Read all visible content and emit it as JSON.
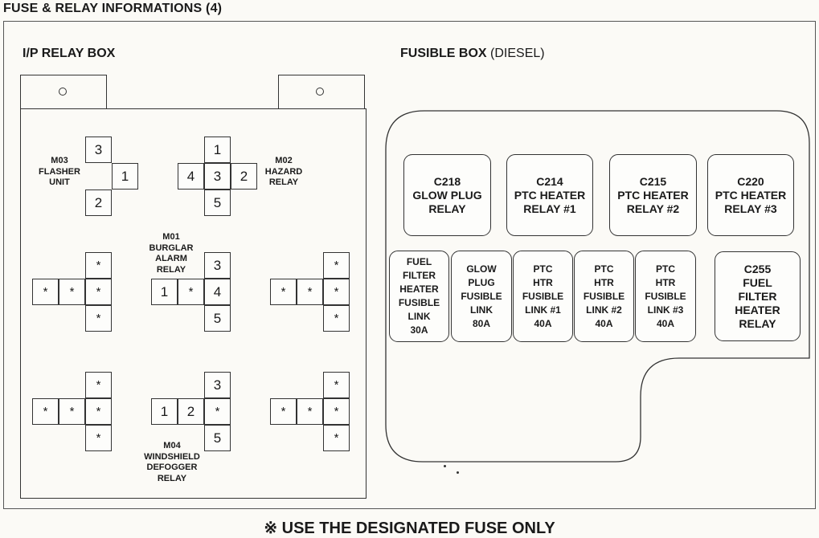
{
  "title": "FUSE & RELAY INFORMATIONS (4)",
  "ip_relay_box": {
    "heading": "I/P RELAY BOX",
    "relays": [
      {
        "id": "m03",
        "label": "M03\nFLASHER\nUNIT",
        "pins": [
          "3",
          "1",
          "2"
        ]
      },
      {
        "id": "m02",
        "label": "M02\nHAZARD\nRELAY",
        "pins": [
          "1",
          "4",
          "3",
          "2",
          "5"
        ]
      },
      {
        "id": "m01",
        "label": "M01\nBURGLAR\nALARM\nRELAY",
        "pins": [
          "3",
          "1",
          "*",
          "4",
          "5"
        ]
      },
      {
        "id": "m04",
        "label": "M04\nWINDSHIELD\nDEFOGGER\nRELAY",
        "pins": [
          "3",
          "1",
          "2",
          "*",
          "5"
        ]
      },
      {
        "id": "left-mid",
        "pins": [
          "*",
          "*",
          "*",
          "*",
          "*"
        ]
      },
      {
        "id": "right-mid",
        "pins": [
          "*",
          "*",
          "*",
          "*",
          "*"
        ]
      },
      {
        "id": "left-bottom",
        "pins": [
          "*",
          "*",
          "*",
          "*",
          "*"
        ]
      },
      {
        "id": "right-bottom",
        "pins": [
          "*",
          "*",
          "*",
          "*",
          "*"
        ]
      }
    ]
  },
  "fusible_box": {
    "heading": "FUSIBLE BOX",
    "heading_suffix": "(DIESEL)",
    "relays": [
      {
        "label": "C218\nGLOW PLUG\nRELAY"
      },
      {
        "label": "C214\nPTC HEATER\nRELAY #1"
      },
      {
        "label": "C215\nPTC HEATER\nRELAY #2"
      },
      {
        "label": "C220\nPTC HEATER\nRELAY #3"
      }
    ],
    "links": [
      {
        "label": "FUEL\nFILTER\nHEATER\nFUSIBLE\nLINK\n30A"
      },
      {
        "label": "GLOW\nPLUG\nFUSIBLE\nLINK\n80A"
      },
      {
        "label": "PTC\nHTR\nFUSIBLE\nLINK #1\n40A"
      },
      {
        "label": "PTC\nHTR\nFUSIBLE\nLINK #2\n40A"
      },
      {
        "label": "PTC\nHTR\nFUSIBLE\nLINK #3\n40A"
      },
      {
        "label": "C255\nFUEL\nFILTER\nHEATER\nRELAY"
      }
    ]
  },
  "footer": "※ USE THE DESIGNATED FUSE ONLY"
}
